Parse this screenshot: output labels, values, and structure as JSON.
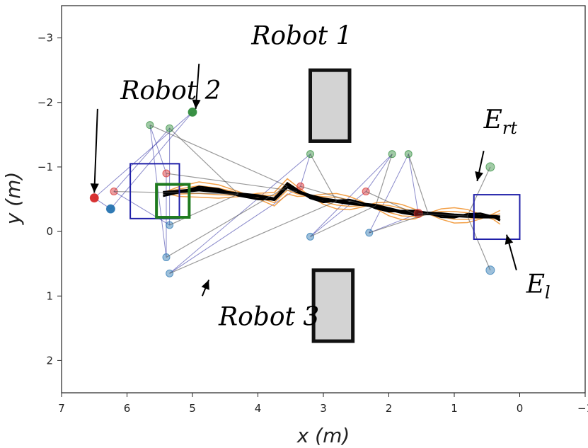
{
  "chart_data": {
    "type": "scatter",
    "xlabel": "x (m)",
    "ylabel": "y (m)",
    "xlim": [
      7,
      -1
    ],
    "ylim": [
      2.5,
      -3.5
    ],
    "x_ticks": [
      7,
      6,
      5,
      4,
      3,
      2,
      1,
      0,
      -1
    ],
    "y_ticks": [
      -3,
      -2,
      -1,
      0,
      1,
      2
    ],
    "grid": false,
    "obstacles": [
      {
        "x0": 2.6,
        "x1": 3.2,
        "y0": -2.5,
        "y1": -1.4
      },
      {
        "x0": 2.55,
        "x1": 3.15,
        "y0": 0.6,
        "y1": 1.7
      }
    ],
    "boxes": [
      {
        "x0": 5.2,
        "x1": 5.95,
        "y0": -1.05,
        "y1": -0.2,
        "color": "#1f1fa8"
      },
      {
        "x0": 5.05,
        "x1": 5.55,
        "y0": -0.73,
        "y1": -0.22,
        "color": "#1f7a1f"
      },
      {
        "x0": 0.0,
        "x1": 0.7,
        "y0": -0.57,
        "y1": 0.12,
        "color": "#1f1fa8"
      }
    ],
    "robots": [
      {
        "color": "#2e8b3a",
        "points": [
          [
            5.0,
            -1.85
          ],
          [
            5.35,
            -1.6
          ],
          [
            5.65,
            -1.65
          ],
          [
            3.2,
            -1.2
          ],
          [
            1.95,
            -1.2
          ],
          [
            1.7,
            -1.2
          ],
          [
            0.45,
            -1.0
          ]
        ]
      },
      {
        "color": "#d62828",
        "points": [
          [
            6.5,
            -0.52
          ],
          [
            6.2,
            -0.62
          ],
          [
            5.4,
            -0.9
          ],
          [
            3.35,
            -0.7
          ],
          [
            2.35,
            -0.62
          ],
          [
            1.55,
            -0.28
          ]
        ]
      },
      {
        "color": "#2573b0",
        "points": [
          [
            6.25,
            -0.35
          ],
          [
            5.35,
            -0.1
          ],
          [
            5.4,
            0.4
          ],
          [
            5.35,
            0.65
          ],
          [
            3.2,
            0.08
          ],
          [
            2.3,
            0.02
          ],
          [
            0.45,
            0.6
          ]
        ]
      }
    ],
    "trajectory": [
      [
        5.45,
        -0.6
      ],
      [
        5.2,
        -0.62
      ],
      [
        4.9,
        -0.65
      ],
      [
        4.6,
        -0.62
      ],
      [
        4.3,
        -0.58
      ],
      [
        4.0,
        -0.55
      ],
      [
        3.75,
        -0.5
      ],
      [
        3.55,
        -0.7
      ],
      [
        3.4,
        -0.62
      ],
      [
        3.2,
        -0.55
      ],
      [
        3.0,
        -0.5
      ],
      [
        2.8,
        -0.47
      ],
      [
        2.6,
        -0.44
      ],
      [
        2.4,
        -0.42
      ],
      [
        2.2,
        -0.4
      ],
      [
        2.0,
        -0.35
      ],
      [
        1.8,
        -0.3
      ],
      [
        1.6,
        -0.27
      ],
      [
        1.4,
        -0.28
      ],
      [
        1.2,
        -0.27
      ],
      [
        1.0,
        -0.25
      ],
      [
        0.8,
        -0.24
      ],
      [
        0.6,
        -0.23
      ],
      [
        0.4,
        -0.23
      ],
      [
        0.3,
        -0.22
      ]
    ],
    "annotations": [
      {
        "text": "Robot 1",
        "x": 4.1,
        "y": -2.9
      },
      {
        "text": "Robot 2",
        "x": 6.1,
        "y": -2.05
      },
      {
        "text": "Robot 3",
        "x": 4.6,
        "y": 1.45
      },
      {
        "text": "E",
        "sub": "rt",
        "x": 0.55,
        "y": -1.6
      },
      {
        "text": "E",
        "sub": "l",
        "x": -0.1,
        "y": 0.95
      }
    ]
  },
  "colors": {
    "axis": "#222222",
    "obstacle_fill": "#d3d3d3",
    "formation": "#2a2aa0",
    "orange": "#f08a1c",
    "trajectory": "#000000"
  }
}
